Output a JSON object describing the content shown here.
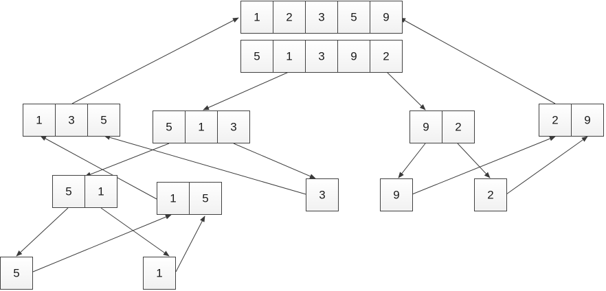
{
  "arrays": [
    {
      "id": "sorted-result",
      "values": [
        "1",
        "2",
        "3",
        "5",
        "9"
      ]
    },
    {
      "id": "original-input",
      "values": [
        "5",
        "1",
        "3",
        "9",
        "2"
      ]
    },
    {
      "id": "left-sorted",
      "values": [
        "1",
        "3",
        "5"
      ]
    },
    {
      "id": "left-half",
      "values": [
        "5",
        "1",
        "3"
      ]
    },
    {
      "id": "right-half",
      "values": [
        "9",
        "2"
      ]
    },
    {
      "id": "right-sorted",
      "values": [
        "2",
        "9"
      ]
    },
    {
      "id": "left-left",
      "values": [
        "5",
        "1"
      ]
    },
    {
      "id": "left-left-sorted",
      "values": [
        "1",
        "5"
      ]
    },
    {
      "id": "leaf-3",
      "values": [
        "3"
      ]
    },
    {
      "id": "leaf-9",
      "values": [
        "9"
      ]
    },
    {
      "id": "leaf-2",
      "values": [
        "2"
      ]
    },
    {
      "id": "leaf-5",
      "values": [
        "5"
      ]
    },
    {
      "id": "leaf-1",
      "values": [
        "1"
      ]
    }
  ],
  "edges": [
    {
      "from": "original-input",
      "to": "left-half",
      "kind": "split"
    },
    {
      "from": "original-input",
      "to": "right-half",
      "kind": "split"
    },
    {
      "from": "left-half",
      "to": "left-left",
      "kind": "split"
    },
    {
      "from": "left-half",
      "to": "leaf-3",
      "kind": "split"
    },
    {
      "from": "right-half",
      "to": "leaf-9",
      "kind": "split"
    },
    {
      "from": "right-half",
      "to": "leaf-2",
      "kind": "split"
    },
    {
      "from": "left-left",
      "to": "leaf-5",
      "kind": "split"
    },
    {
      "from": "left-left",
      "to": "leaf-1",
      "kind": "split"
    },
    {
      "from": "leaf-5",
      "to": "left-left-sorted",
      "kind": "merge"
    },
    {
      "from": "leaf-1",
      "to": "left-left-sorted",
      "kind": "merge"
    },
    {
      "from": "left-left-sorted",
      "to": "left-sorted",
      "kind": "merge"
    },
    {
      "from": "leaf-3",
      "to": "left-sorted",
      "kind": "merge"
    },
    {
      "from": "leaf-9",
      "to": "right-sorted",
      "kind": "merge"
    },
    {
      "from": "leaf-2",
      "to": "right-sorted",
      "kind": "merge"
    },
    {
      "from": "left-sorted",
      "to": "sorted-result",
      "kind": "merge"
    },
    {
      "from": "right-sorted",
      "to": "sorted-result",
      "kind": "merge"
    }
  ]
}
